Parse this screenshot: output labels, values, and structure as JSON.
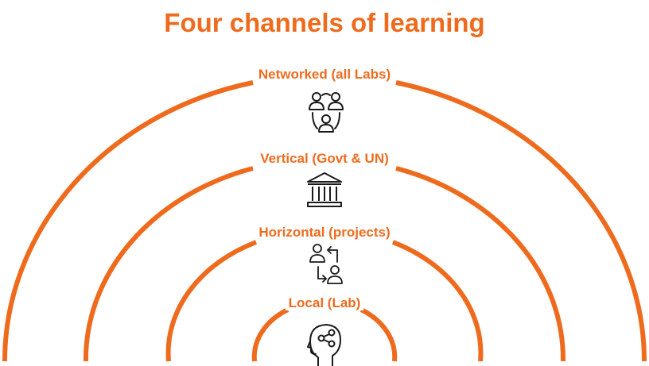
{
  "title": "Four channels of learning",
  "colors": {
    "accent": "#EE6B1E",
    "icon_stroke": "#1a1a1a",
    "background": "#ffffff"
  },
  "channels": [
    {
      "label": "Networked (all Labs)",
      "icon": "network-people-icon"
    },
    {
      "label": "Vertical (Govt & UN)",
      "icon": "government-building-icon"
    },
    {
      "label": "Horizontal (projects)",
      "icon": "people-exchange-icon"
    },
    {
      "label": "Local (Lab)",
      "icon": "head-share-icon"
    }
  ]
}
